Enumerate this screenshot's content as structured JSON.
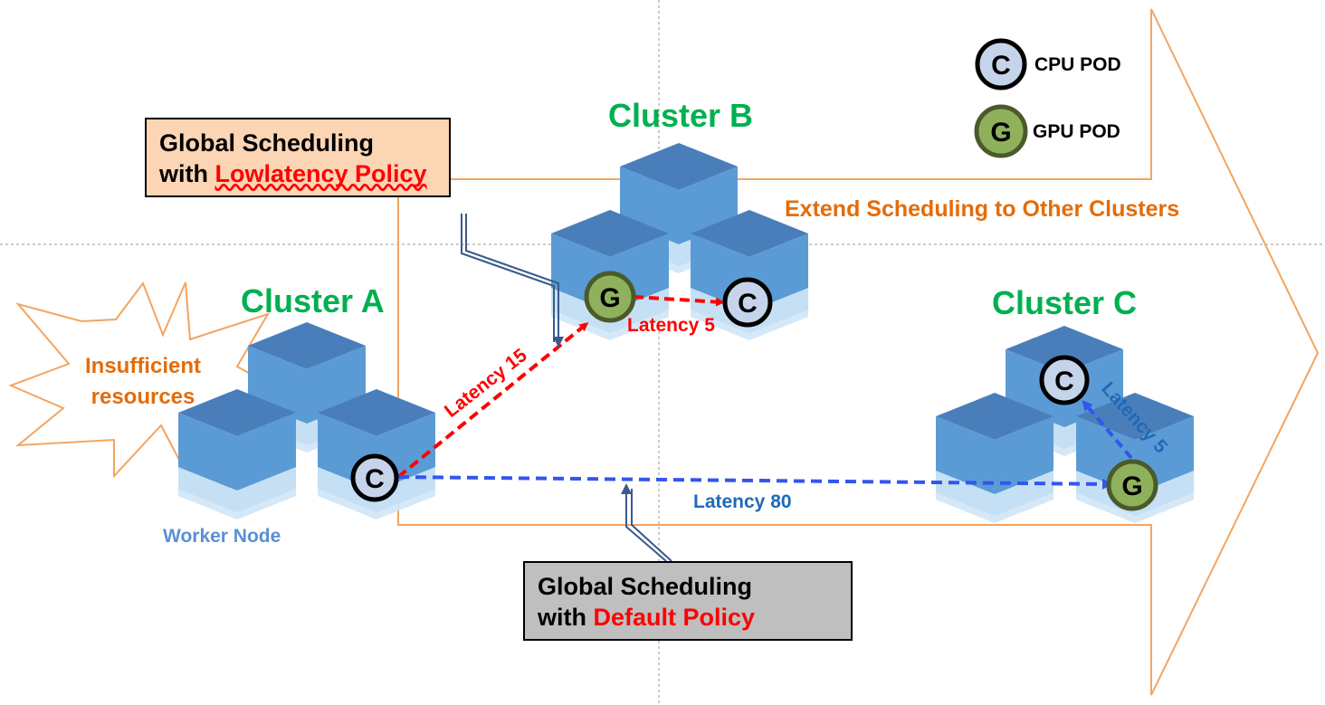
{
  "clusters": {
    "a": "Cluster A",
    "b": "Cluster B",
    "c": "Cluster C"
  },
  "legend": {
    "cpu_letter": "C",
    "cpu_label": "CPU POD",
    "gpu_letter": "G",
    "gpu_label": "GPU POD"
  },
  "arrow_label": "Extend Scheduling to Other Clusters",
  "burst_label": {
    "line1": "Insufficient",
    "line2": "resources"
  },
  "worker_node_label": "Worker Node",
  "lowlatency_box": {
    "line1": "Global Scheduling",
    "with": "with ",
    "policy": "Lowlatency Policy"
  },
  "default_box": {
    "line1": "Global Scheduling",
    "with": "with ",
    "policy": "Default Policy"
  },
  "latency_labels": {
    "a_to_b": "Latency 15",
    "b_internal": "Latency 5",
    "a_to_c": "Latency 80",
    "c_internal": "Latency 5"
  },
  "colors": {
    "cluster_title": "#00b050",
    "orange_accent": "#e46c0a",
    "red_path": "#ff0000",
    "blue_path": "#3355ee",
    "cpu_pod_fill": "#c5d4ea",
    "gpu_pod_fill": "#8fb15c",
    "lowlatency_box_fill": "#fcd5b4",
    "default_box_fill": "#bfbfbf"
  }
}
